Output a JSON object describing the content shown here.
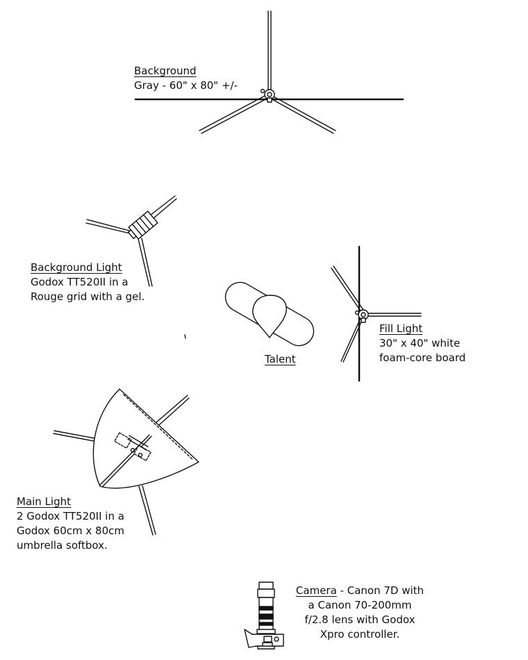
{
  "labels": {
    "background": {
      "heading": "Background",
      "lines": [
        "Gray - 60\" x 80\" +/-"
      ]
    },
    "background_light": {
      "heading": "Background Light",
      "lines": [
        "Godox TT520II in a",
        "Rouge grid with a gel."
      ]
    },
    "fill_light": {
      "heading": "Fill Light",
      "lines": [
        "30\" x 40\" white",
        "foam-core board"
      ]
    },
    "talent": {
      "heading": "Talent"
    },
    "main_light": {
      "heading": "Main Light",
      "lines": [
        "2 Godox TT520II in a",
        "Godox 60cm x 80cm",
        "umbrella softbox."
      ]
    },
    "camera": {
      "heading": "Camera",
      "heading_suffix": " - Canon 7D with",
      "lines": [
        "a Canon 70-200mm",
        "f/2.8 lens with Godox",
        "Xpro controller."
      ]
    }
  },
  "colors": {
    "ink": "#111111",
    "paper": "#ffffff"
  }
}
